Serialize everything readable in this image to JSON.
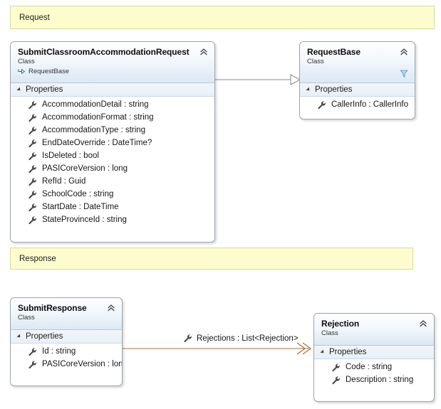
{
  "banners": [
    {
      "name": "request-banner",
      "label": "Request"
    },
    {
      "name": "response-banner",
      "label": "Response"
    }
  ],
  "classes": [
    {
      "id": "submit-classroom-accommodation-request",
      "title": "SubmitClassroomAccommodationRequest",
      "stereotype": "Class",
      "base": "RequestBase",
      "compartment": "Properties",
      "has_filter": false,
      "members": [
        "AccommodationDetail : string",
        "AccommodationFormat : string",
        "AccommodationType : string",
        "EndDateOverride : DateTime?",
        "IsDeleted : bool",
        "PASICoreVersion : long",
        "RefId : Guid",
        "SchoolCode : string",
        "StartDate : DateTime",
        "StateProvinceId : string"
      ]
    },
    {
      "id": "request-base",
      "title": "RequestBase",
      "stereotype": "Class",
      "base": "",
      "compartment": "Properties",
      "has_filter": true,
      "members": [
        "CallerInfo : CallerInfo"
      ]
    },
    {
      "id": "submit-response",
      "title": "SubmitResponse",
      "stereotype": "Class",
      "base": "",
      "compartment": "Properties",
      "has_filter": false,
      "members": [
        "Id : string",
        "PASICoreVersion : long"
      ]
    },
    {
      "id": "rejection",
      "title": "Rejection",
      "stereotype": "Class",
      "base": "",
      "compartment": "Properties",
      "has_filter": false,
      "members": [
        "Code : string",
        "Description : string"
      ]
    }
  ],
  "connectors": [
    {
      "id": "inheritance",
      "kind": "inheritance",
      "from": "SubmitClassroomAccommodationRequest",
      "to": "RequestBase",
      "label": "",
      "color": "#8c8c8c"
    },
    {
      "id": "association",
      "kind": "association",
      "from": "SubmitResponse",
      "to": "Rejection",
      "label": "Rejections : List<Rejection>",
      "color": "#a8703f"
    }
  ],
  "colors": {
    "banner_fill": "#fcfccc",
    "banner_border": "#d9d9a6",
    "box_border": "#9aa5ae",
    "header_gradient_end": "#dce8f4",
    "compartment_fill": "#e8eff7",
    "inheritance_line": "#8c8c8c",
    "association_line": "#a8703f",
    "filter_icon": "#5fa2dd",
    "wrench_icon": "#4a4a4a",
    "canvas": "#ffffff"
  }
}
